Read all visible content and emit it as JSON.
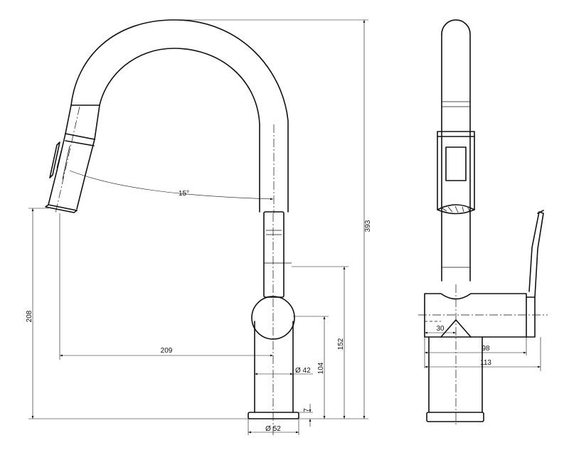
{
  "front_view": {
    "angle_label": "15°",
    "dimensions": {
      "overall_height": "393",
      "spout_height": "208",
      "spout_reach": "209",
      "handle_height": "152",
      "body_height": "104",
      "body_diameter": "Ø 42",
      "base_diameter": "Ø 52",
      "base_height": "7"
    }
  },
  "side_view": {
    "dimensions": {
      "body_offset": "30",
      "body_depth": "98",
      "overall_depth": "113"
    }
  }
}
